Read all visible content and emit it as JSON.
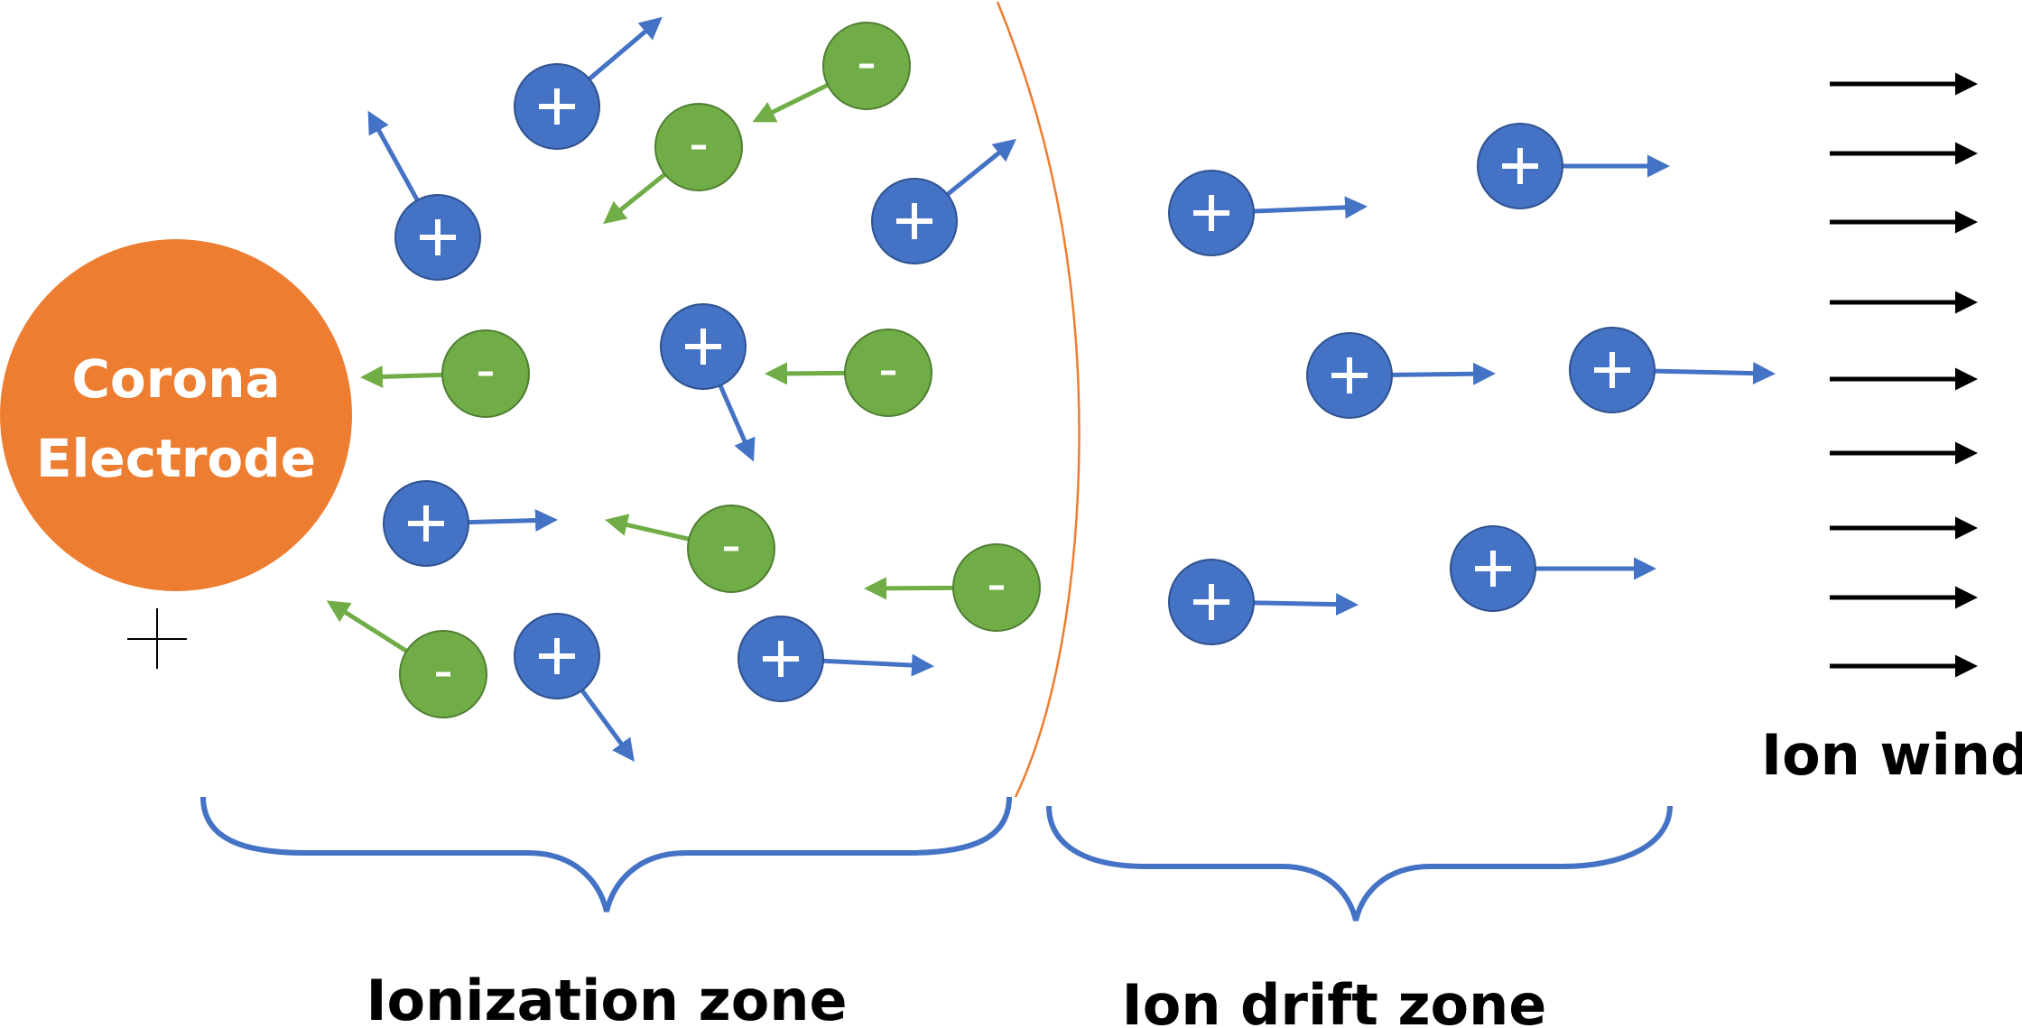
{
  "electrode": {
    "line1": "Corona",
    "line2": "Electrode",
    "polarity": "+",
    "color": "#ED7D31"
  },
  "colors": {
    "positive_ion": "#4472C4",
    "negative_ion": "#70AD47",
    "ion_outline": "#2F528F",
    "neg_outline": "#507E32",
    "brace": "#4472C4",
    "boundary": "#ED7D31",
    "wind_arrow": "#000000"
  },
  "ion_signs": {
    "positive": "+",
    "negative": "-"
  },
  "zones": {
    "ionization": "Ionization zone",
    "drift": "Ion drift zone"
  },
  "wind": {
    "label": "Ion wind",
    "arrow_count": 9
  }
}
